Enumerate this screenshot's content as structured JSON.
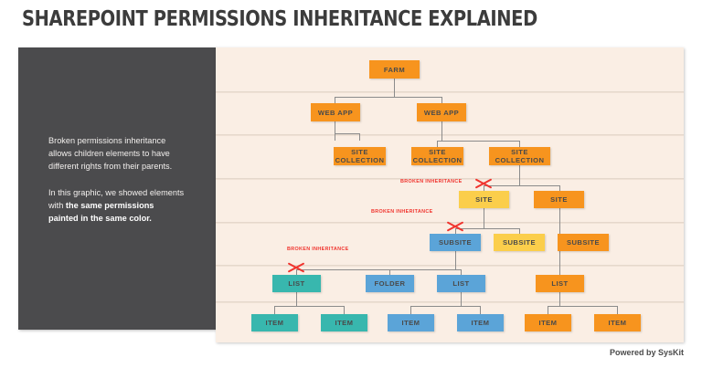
{
  "page": {
    "title": "SHAREPOINT PERMISSIONS INHERITANCE EXPLAINED",
    "footer": "Powered by SysKit"
  },
  "sidebar": {
    "paragraph_1": "Broken permissions inheritance allows children elements to have different rights from their parents.",
    "paragraph_2_lead": "In this graphic, we showed elements with ",
    "paragraph_2_bold": "the same permissions painted in the same color."
  },
  "colors": {
    "orange": "#f7941e",
    "yellow": "#fbce4b",
    "blue": "#5ba4d8",
    "teal": "#38b7ae",
    "panel_dark": "#4b4b4d",
    "diagram_bg": "#faeee4",
    "alert_red": "#f0342e",
    "title_text": "#3c3c3c"
  },
  "diagram": {
    "type": "hierarchy-tree",
    "annotation_label": "BROKEN INHERITANCE",
    "levels": [
      {
        "name": "farm",
        "nodes": [
          {
            "label": "FARM",
            "color": "orange"
          }
        ]
      },
      {
        "name": "web-app",
        "nodes": [
          {
            "label": "WEB APP",
            "color": "orange"
          },
          {
            "label": "WEB APP",
            "color": "orange"
          }
        ]
      },
      {
        "name": "site-collection",
        "nodes": [
          {
            "label": "SITE COLLECTION",
            "color": "orange"
          },
          {
            "label": "SITE COLLECTION",
            "color": "orange"
          },
          {
            "label": "SITE COLLECTION",
            "color": "orange"
          }
        ]
      },
      {
        "name": "site",
        "nodes": [
          {
            "label": "SITE",
            "color": "yellow",
            "broken": true
          },
          {
            "label": "SITE",
            "color": "orange",
            "broken": false
          }
        ]
      },
      {
        "name": "subsite",
        "nodes": [
          {
            "label": "SUBSITE",
            "color": "blue",
            "broken": true
          },
          {
            "label": "SUBSITE",
            "color": "yellow",
            "broken": false
          },
          {
            "label": "SUBSITE",
            "color": "orange",
            "broken": false
          }
        ]
      },
      {
        "name": "list",
        "nodes": [
          {
            "label": "LIST",
            "color": "teal",
            "broken": true
          },
          {
            "label": "FOLDER",
            "color": "blue",
            "broken": false
          },
          {
            "label": "LIST",
            "color": "blue",
            "broken": false
          },
          {
            "label": "LIST",
            "color": "orange",
            "broken": false
          }
        ]
      },
      {
        "name": "item",
        "nodes": [
          {
            "label": "ITEM",
            "color": "teal"
          },
          {
            "label": "ITEM",
            "color": "teal"
          },
          {
            "label": "ITEM",
            "color": "blue"
          },
          {
            "label": "ITEM",
            "color": "blue"
          },
          {
            "label": "ITEM",
            "color": "orange"
          },
          {
            "label": "ITEM",
            "color": "orange"
          }
        ]
      }
    ],
    "broken_inheritance_markers": [
      {
        "at_level": "site",
        "target": "SITE"
      },
      {
        "at_level": "subsite",
        "target": "SUBSITE"
      },
      {
        "at_level": "list",
        "target": "LIST"
      }
    ]
  }
}
